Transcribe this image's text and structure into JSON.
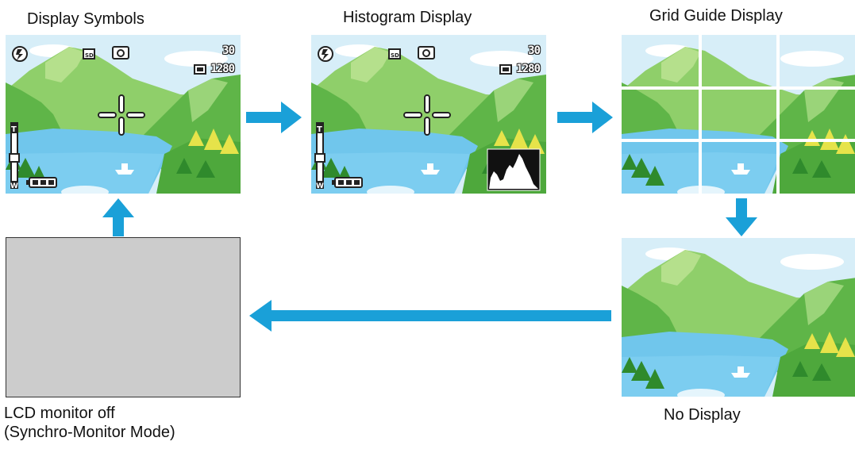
{
  "labels": {
    "display_symbols": "Display Symbols",
    "histogram_display": "Histogram Display",
    "grid_guide_display": "Grid Guide Display",
    "no_display": "No Display",
    "lcd_off_line1": "LCD monitor off",
    "lcd_off_line2": "(Synchro-Monitor Mode)"
  },
  "osd": {
    "shots_remaining": "30",
    "image_size": "1280"
  },
  "icons": {
    "flash": "flash-off-icon",
    "card": "sd-card-icon",
    "mode": "camera-icon",
    "zoom": "zoom-bar-icon",
    "battery": "battery-icon",
    "histogram": "histogram-icon"
  },
  "colors": {
    "arrow": "#1aa0d8",
    "sky": "#d4ecf7",
    "water": "#6cc3ea",
    "mountain": "#7cc25a",
    "lcd_off": "#cccccc"
  }
}
